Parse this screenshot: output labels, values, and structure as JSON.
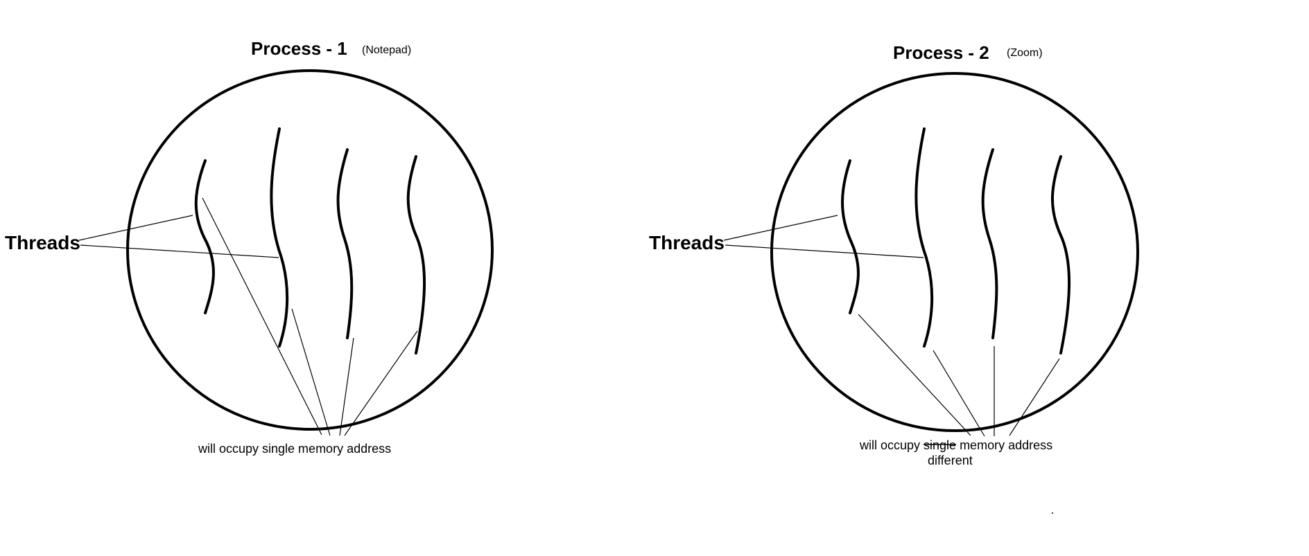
{
  "process1": {
    "title": "Process - 1",
    "subtitle": "(Notepad)",
    "threads_label": "Threads",
    "caption": "will occupy single memory address"
  },
  "process2": {
    "title": "Process - 2",
    "subtitle": "(Zoom)",
    "threads_label": "Threads",
    "caption_prefix": "will occupy ",
    "caption_struck": "single",
    "caption_suffix": " memory address",
    "caption_correction": "different"
  }
}
